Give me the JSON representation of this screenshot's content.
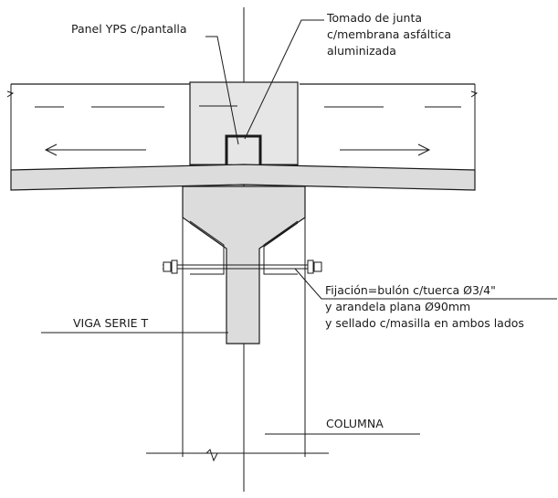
{
  "labels": {
    "panel": "Panel YPS c/pantalla",
    "joint_line1": "Tomado de junta",
    "joint_line2": "c/membrana asfáltica",
    "joint_line3": "aluminizada",
    "fixing_line1": "Fijación=bulón c/tuerca Ø3/4\"",
    "fixing_line2": "y arandela plana Ø90mm",
    "fixing_line3": "y sellado c/masilla en ambos lados",
    "beam": "VIGA SERIE T",
    "column": "COLUMNA"
  },
  "colors": {
    "line": "#1a1a1a",
    "fill_gray": "#dcdcdc",
    "fill_light": "#e6e6e6",
    "background": "#ffffff"
  }
}
